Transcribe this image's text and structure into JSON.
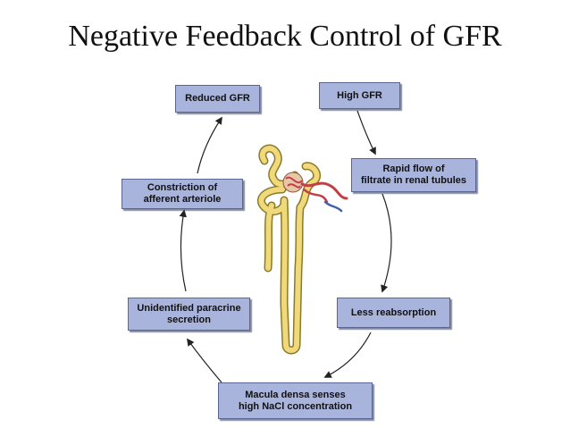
{
  "title": "Negative Feedback Control of GFR",
  "steps": [
    {
      "id": "reduced-gfr",
      "label": "Reduced GFR"
    },
    {
      "id": "high-gfr",
      "label": "High GFR"
    },
    {
      "id": "rapid-flow",
      "label": "Rapid flow of\nfiltrate in renal tubules"
    },
    {
      "id": "less-reabsorption",
      "label": "Less reabsorption"
    },
    {
      "id": "macula-densa",
      "label": "Macula densa senses\nhigh NaCl concentration"
    },
    {
      "id": "paracrine",
      "label": "Unidentified paracrine\nsecretion"
    },
    {
      "id": "constriction",
      "label": "Constriction of\nafferent arteriole"
    }
  ],
  "colors": {
    "box_fill": "#a9b4dc",
    "box_border": "#5a6592",
    "arrow": "#222222",
    "tubule_fill": "#f0d97a",
    "tubule_outline": "#8a7a2a",
    "vessel_red": "#c0404a",
    "vessel_blue": "#4060b0"
  },
  "illustration": "nephron"
}
